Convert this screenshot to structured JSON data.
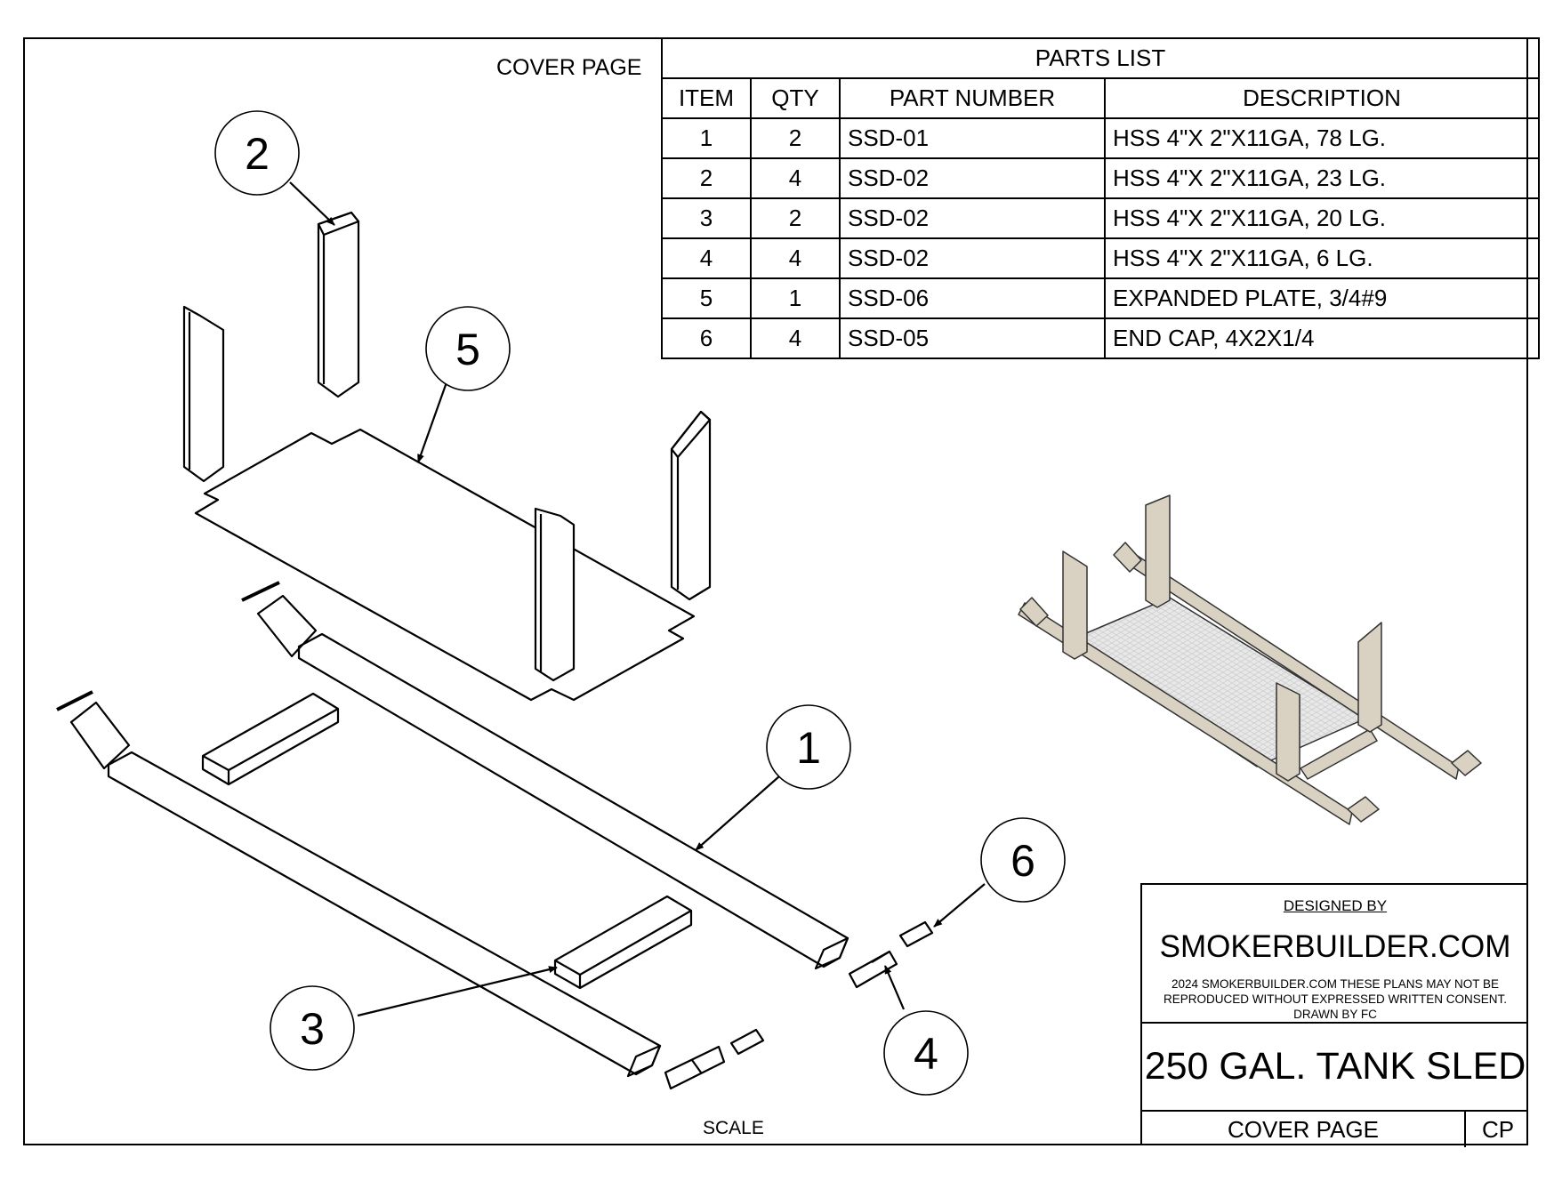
{
  "header": {
    "cover_label": "COVER PAGE"
  },
  "parts_list": {
    "title": "PARTS LIST",
    "columns": [
      "ITEM",
      "QTY",
      "PART NUMBER",
      "DESCRIPTION"
    ],
    "rows": [
      {
        "item": "1",
        "qty": "2",
        "part_number": "SSD-01",
        "description": "HSS 4\"X 2\"X11GA, 78 LG."
      },
      {
        "item": "2",
        "qty": "4",
        "part_number": "SSD-02",
        "description": "HSS 4\"X 2\"X11GA, 23 LG."
      },
      {
        "item": "3",
        "qty": "2",
        "part_number": "SSD-02",
        "description": "HSS 4\"X 2\"X11GA, 20 LG."
      },
      {
        "item": "4",
        "qty": "4",
        "part_number": "SSD-02",
        "description": "HSS 4\"X 2\"X11GA, 6 LG."
      },
      {
        "item": "5",
        "qty": "1",
        "part_number": "SSD-06",
        "description": "EXPANDED PLATE, 3/4#9"
      },
      {
        "item": "6",
        "qty": "4",
        "part_number": "SSD-05",
        "description": "END CAP, 4X2X1/4"
      }
    ]
  },
  "balloons": [
    "1",
    "2",
    "3",
    "4",
    "5",
    "6"
  ],
  "title_block": {
    "designed_by_label": "DESIGNED BY",
    "company": "SMOKERBUILDER.COM",
    "note_line1": "2024 SMOKERBUILDER.COM THESE PLANS MAY NOT BE",
    "note_line2": "REPRODUCED WITHOUT EXPRESSED WRITTEN CONSENT.",
    "note_line3": "DRAWN BY FC",
    "drawing_title": "250 GAL. TANK SLED",
    "sheet_name": "COVER PAGE",
    "sheet_code": "CP"
  },
  "footer": {
    "scale_label": "SCALE"
  },
  "colors": {
    "line": "#000000",
    "frame_fill": "#d9d2c3",
    "plate_fill": "#e6e6e6"
  }
}
